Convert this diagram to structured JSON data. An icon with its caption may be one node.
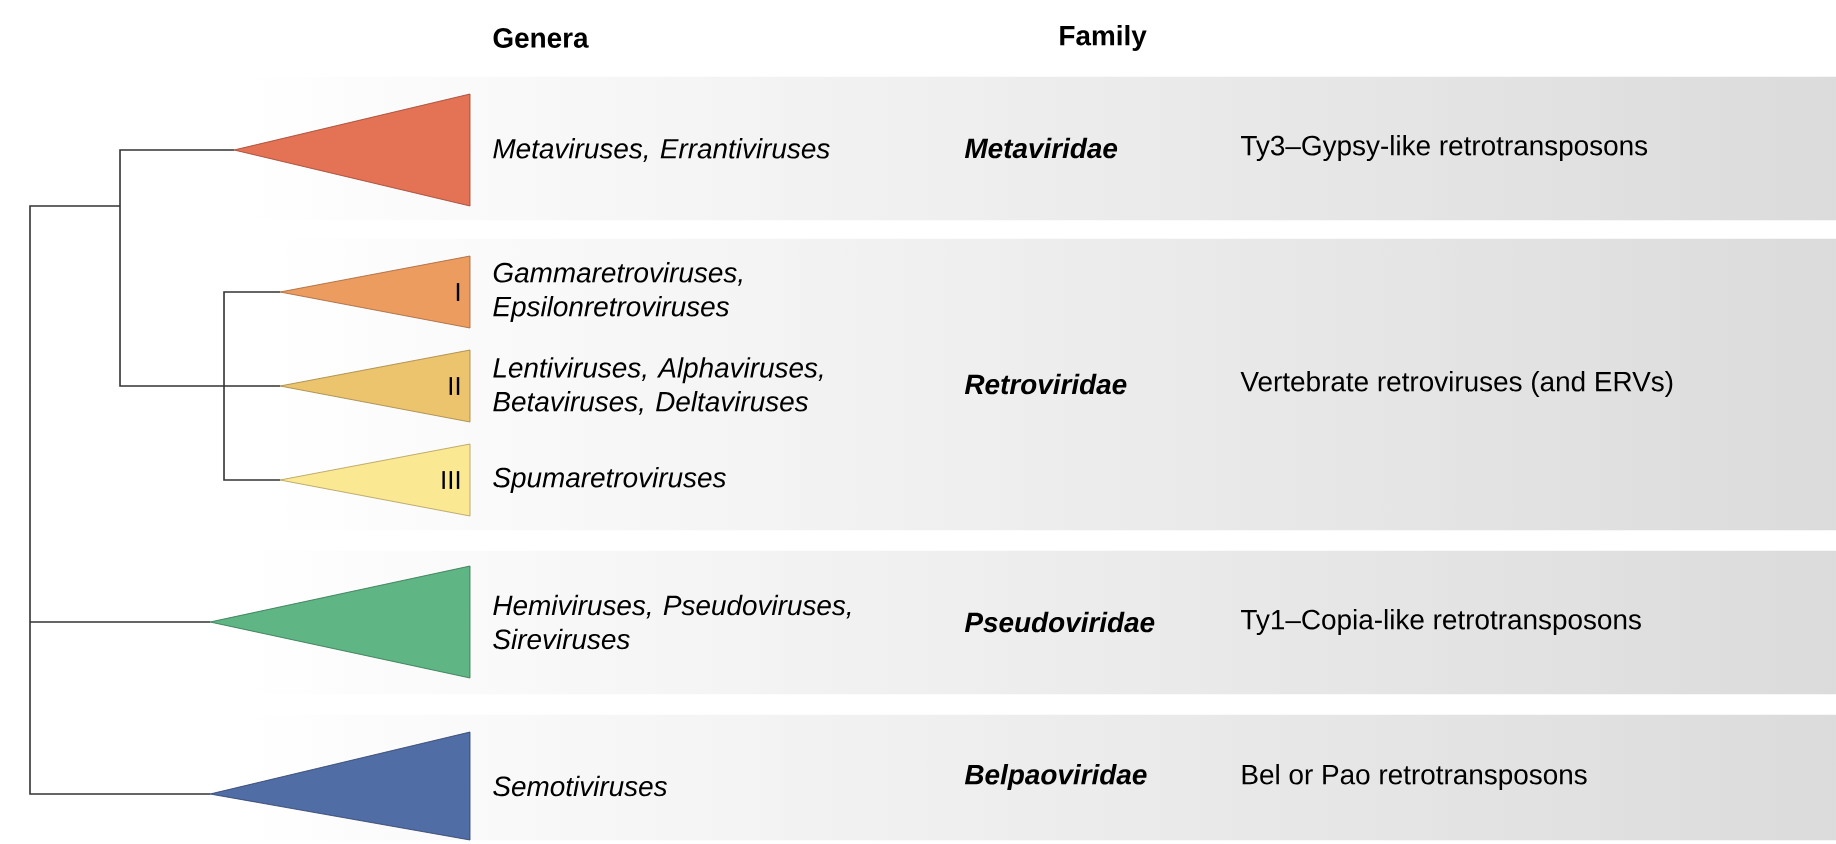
{
  "diagram": {
    "nodes": [
      {
        "text": [],
        "shape": "triangle",
        "beside": [
          "Metaviruses, Errantiviruses"
        ]
      },
      {
        "text": [
          "Metaviridae",
          "Ty3–Gypsy-like retrotransposons"
        ]
      },
      {
        "text": [
          "I"
        ],
        "beside": [
          "Gammaretroviruses, Epsilonretroviruses"
        ]
      },
      {
        "text": [
          "II"
        ],
        "beside": [
          "Lentiviruses, Alphaviruses, Betaviruses, Deltaviruses"
        ]
      },
      {
        "text": [
          "III"
        ],
        "beside": [
          "Spumaretroviruses"
        ]
      },
      {
        "text": [
          "Retroviridae",
          "Vertebrate retroviruses (and ERVs)"
        ]
      },
      {
        "text": [],
        "shape": "triangle",
        "beside": [
          "Hemiviruses, Pseudoviruses, Sireviruses"
        ]
      },
      {
        "text": [
          "Pseudoviridae",
          "Ty1–Copia-like retrotransposons"
        ]
      },
      {
        "text": [],
        "shape": "triangle",
        "beside": [
          "Semotiviruses"
        ]
      },
      {
        "text": [
          "Belpaoviridae",
          "Bel or Pao retrotransposons"
        ]
      }
    ],
    "labels": [
      "Genera",
      "Family"
    ]
  }
}
